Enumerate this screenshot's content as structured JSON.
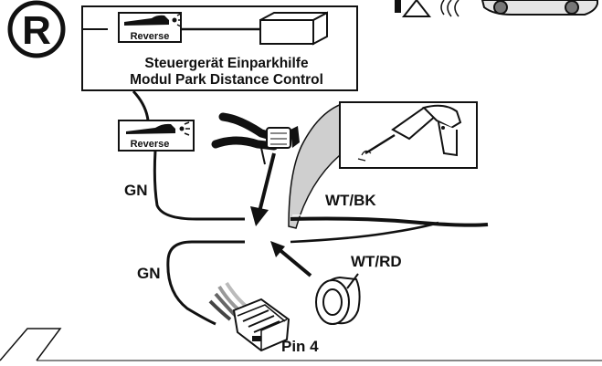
{
  "badge": {
    "letter": "R"
  },
  "control_unit": {
    "line1": "Steuergerät Einparkhilfe",
    "line2": "Modul Park Distance Control"
  },
  "reverse_label_top": "Reverse",
  "reverse_label_mid": "Reverse",
  "wires": {
    "gn_upper": "GN",
    "gn_lower": "GN",
    "wt_bk": "WT/BK",
    "wt_rd": "WT/RD"
  },
  "connector": {
    "pin_label": "Pin 4"
  },
  "icons": [
    "registered-badge-icon",
    "reverse-car-icon",
    "control-unit-box-icon",
    "wire-stripper-icon",
    "soldering-iron-icon",
    "tape-roll-icon",
    "connector-plug-icon",
    "vehicle-icon",
    "warning-triangle-icon"
  ],
  "colors": {
    "line": "#111111",
    "background": "#ffffff",
    "fold": "#cfcfcf"
  }
}
